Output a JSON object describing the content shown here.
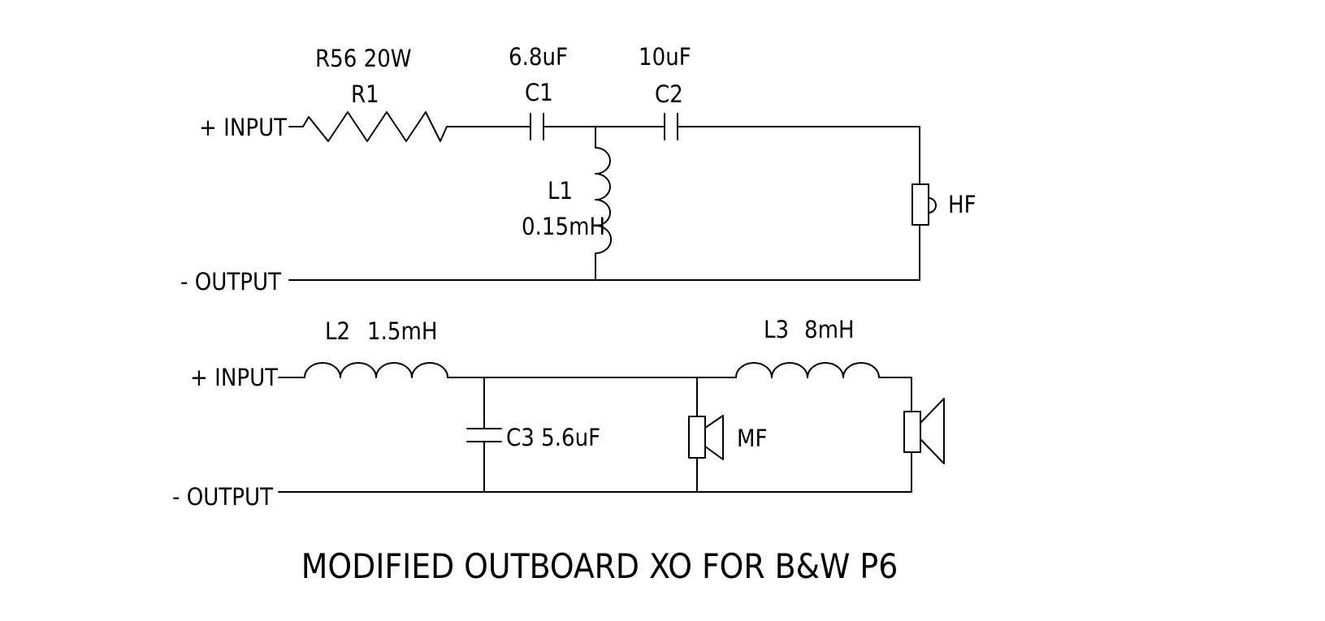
{
  "title": "MODIFIED OUTBOARD XO FOR B&W P6",
  "hf_section": {
    "input_label": "+ INPUT",
    "output_label": "- OUTPUT",
    "r1": {
      "rating": "R56 20W",
      "ref": "R1"
    },
    "c1": {
      "value": "6.8uF",
      "ref": "C1"
    },
    "c2": {
      "value": "10uF",
      "ref": "C2"
    },
    "l1": {
      "ref": "L1",
      "value": "0.15mH"
    },
    "driver_label": "HF"
  },
  "mf_section": {
    "input_label": "+ INPUT",
    "output_label": "- OUTPUT",
    "l2": {
      "ref": "L2",
      "value": "1.5mH"
    },
    "l3": {
      "ref": "L3",
      "value": "8mH"
    },
    "c3": {
      "label": "C3 5.6uF"
    },
    "driver_label": "MF"
  },
  "colors": {
    "ink": "#000000",
    "background": "#ffffff"
  }
}
